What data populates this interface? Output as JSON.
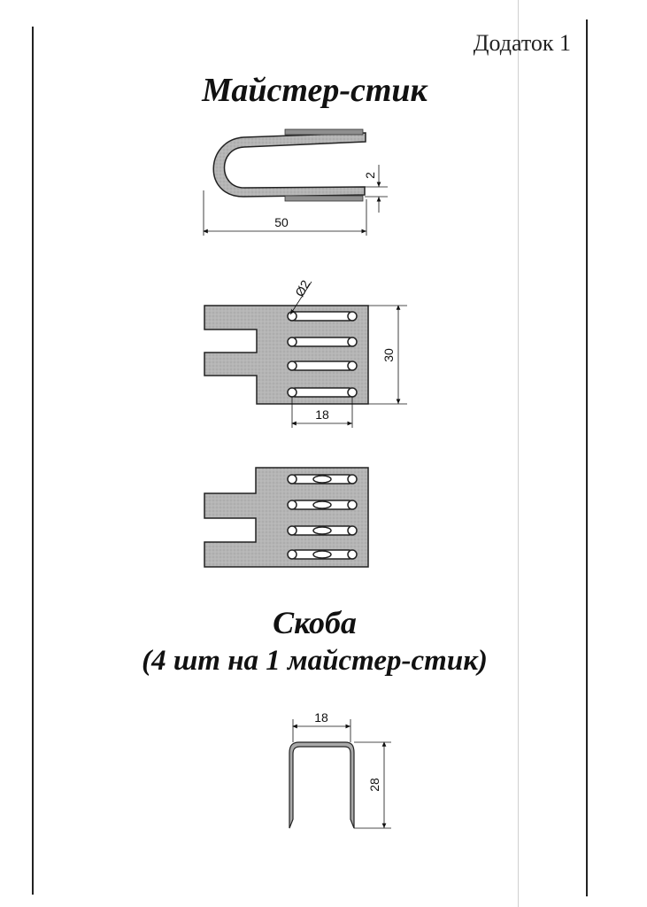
{
  "header": {
    "appendix_label": "Додаток 1"
  },
  "titles": {
    "master_stick": "Майстер-стик",
    "staple": "Скоба",
    "staple_note": "(4 шт на 1 майстер-стик)"
  },
  "dimensions": {
    "thickness": "2",
    "length": "50",
    "hole_diameter": "Ø2",
    "plate_height": "30",
    "hole_spacing": "18",
    "staple_width": "18",
    "staple_height": "28"
  }
}
